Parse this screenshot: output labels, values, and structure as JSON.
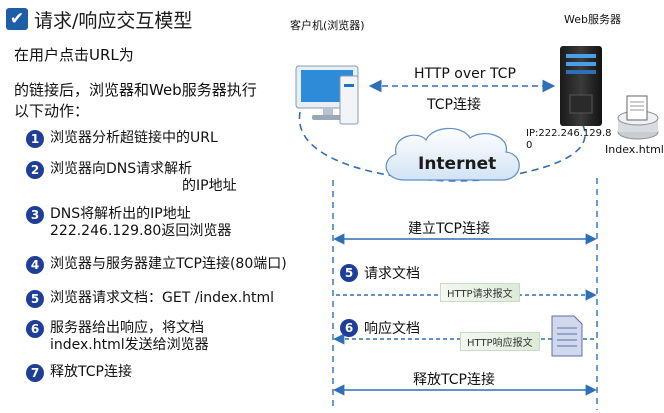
{
  "title": "请求/响应交互模型",
  "intro": {
    "line1": "在用户点击URL为",
    "line2": "的链接后，浏览器和Web服务器执行",
    "line3": "以下动作："
  },
  "steps": [
    {
      "num": "1",
      "line1": "浏览器分析超链接中的URL",
      "line2": ""
    },
    {
      "num": "2",
      "line1": "浏览器向DNS请求解析",
      "line2": "的IP地址"
    },
    {
      "num": "3",
      "line1": "DNS将解析出的IP地址",
      "line2": "222.246.129.80返回浏览器"
    },
    {
      "num": "4",
      "line1": "浏览器与服务器建立TCP连接(80端口)",
      "line2": ""
    },
    {
      "num": "5",
      "line1": "浏览器请求文档：GET /index.html",
      "line2": ""
    },
    {
      "num": "6",
      "line1": "服务器给出响应，将文档",
      "line2": "index.html发送给浏览器"
    },
    {
      "num": "7",
      "line1": "释放TCP连接",
      "line2": ""
    }
  ],
  "client_label": "客户机(浏览器)",
  "server_label": "Web服务器",
  "http_label": "HTTP over TCP",
  "tcp_label": "TCP连接",
  "ip_line1": "IP:222.246.129.8",
  "ip_line2": "0",
  "index_label": "Index.html",
  "internet_label": "Internet",
  "establish_label": "建立TCP连接",
  "request": {
    "num": "5",
    "label": "请求文档",
    "msg": "HTTP请求报文"
  },
  "response": {
    "num": "6",
    "label": "响应文档",
    "msg": "HTTP响应报文"
  },
  "release_label": "释放TCP连接",
  "colors": {
    "accent": "#1f3f96",
    "line": "#2f6fb6",
    "msg_bg": "#dcebd7"
  }
}
